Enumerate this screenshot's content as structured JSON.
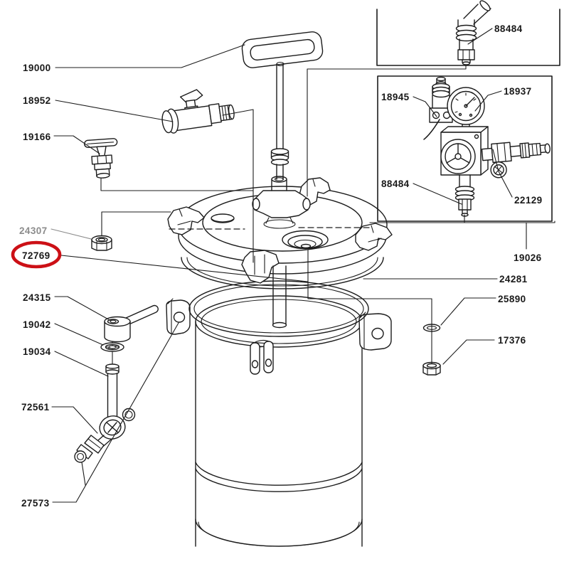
{
  "figure": {
    "description": "Exploded parts diagram of a pressure pot tank with numbered part callouts",
    "highlighted_part": "72769"
  },
  "colors": {
    "line": "#1c1c1c",
    "label": "#1a1a1a",
    "muted": "#8c8c8c",
    "highlight": "#cc1016",
    "background": "#ffffff"
  },
  "labels": {
    "k19000": "19000",
    "k18952": "18952",
    "k19166": "19166",
    "k24307": "24307",
    "k72769": "72769",
    "k24315": "24315",
    "k19042": "19042",
    "k19034": "19034",
    "k72561": "72561",
    "k27573": "27573",
    "k88484_top": "88484",
    "k18945": "18945",
    "k18937": "18937",
    "k88484_reg": "88484",
    "k22129": "22129",
    "k19026": "19026",
    "k24281": "24281",
    "k25890": "25890",
    "k17376": "17376"
  },
  "parts": [
    {
      "number": "19000",
      "callout": "handle assembly"
    },
    {
      "number": "18952",
      "callout": "ball valve"
    },
    {
      "number": "19166",
      "callout": "petcock valve"
    },
    {
      "number": "24307",
      "callout": "hex nut"
    },
    {
      "number": "72769",
      "callout": "clamp ring (highlighted)"
    },
    {
      "number": "24315",
      "callout": "wing fitting"
    },
    {
      "number": "19042",
      "callout": "washer"
    },
    {
      "number": "19034",
      "callout": "tube"
    },
    {
      "number": "72561",
      "callout": "elbow fitting"
    },
    {
      "number": "27573",
      "callout": "outlet tube assembly"
    },
    {
      "number": "88484",
      "callout": "fitting (inset box)"
    },
    {
      "number": "18945",
      "callout": "air valve"
    },
    {
      "number": "18937",
      "callout": "pressure gauge"
    },
    {
      "number": "88484",
      "callout": "fitting (regulator)"
    },
    {
      "number": "22129",
      "callout": "outlet valve"
    },
    {
      "number": "19026",
      "callout": "regulator assembly"
    },
    {
      "number": "24281",
      "callout": "gasket ring"
    },
    {
      "number": "25890",
      "callout": "o-ring"
    },
    {
      "number": "17376",
      "callout": "nut"
    }
  ]
}
